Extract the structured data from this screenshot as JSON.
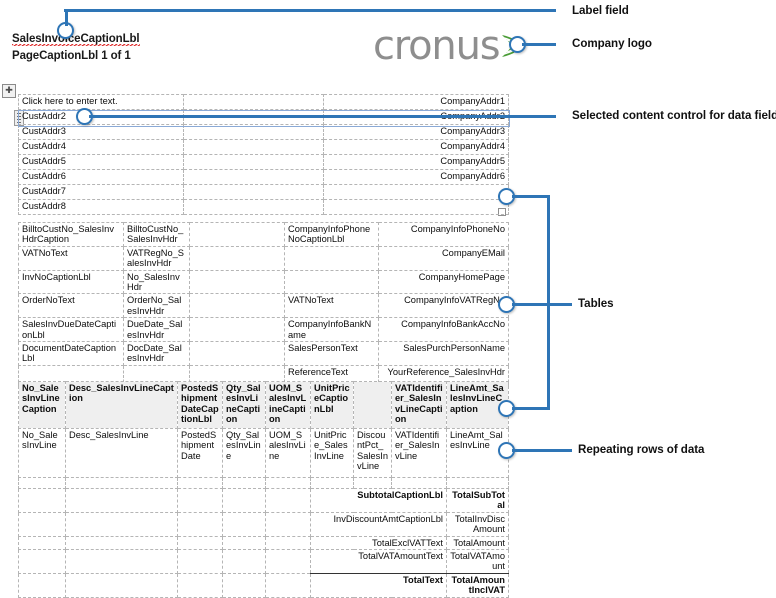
{
  "header": {
    "title_label": "SalesInvoiceCaptionLbl",
    "page_caption": "PageCaptionLbl 1 of 1",
    "logo_text": "cronus",
    "logo_mark": "leaf-swoosh"
  },
  "address_table": {
    "rows": [
      {
        "left": "Click here to enter text.",
        "mid": "",
        "right": "CompanyAddr1",
        "selected": false
      },
      {
        "left": "CustAddr2",
        "mid": "",
        "right": "CompanyAddr2",
        "selected": true
      },
      {
        "left": "CustAddr3",
        "mid": "",
        "right": "CompanyAddr3",
        "selected": false
      },
      {
        "left": "CustAddr4",
        "mid": "",
        "right": "CompanyAddr4",
        "selected": false
      },
      {
        "left": "CustAddr5",
        "mid": "",
        "right": "CompanyAddr5",
        "selected": false
      },
      {
        "left": "CustAddr6",
        "mid": "",
        "right": "CompanyAddr6",
        "selected": false
      },
      {
        "left": "CustAddr7",
        "mid": "",
        "right": "",
        "selected": false
      },
      {
        "left": "CustAddr8",
        "mid": "",
        "right": "",
        "selected": false
      }
    ]
  },
  "info_table": {
    "rows": [
      {
        "c1": "BilltoCustNo_SalesInvHdrCaption",
        "c2": "BilltoCustNo_SalesInvHdr",
        "c3": "",
        "c4": "CompanyInfoPhoneNoCaptionLbl",
        "c5": "CompanyInfoPhoneNo"
      },
      {
        "c1": "VATNoText",
        "c2": "VATRegNo_SalesInvHdr",
        "c3": "",
        "c4": "",
        "c5": "CompanyEMail"
      },
      {
        "c1": "InvNoCaptionLbl",
        "c2": "No_SalesInvHdr",
        "c3": "",
        "c4": "",
        "c5": "CompanyHomePage"
      },
      {
        "c1": "OrderNoText",
        "c2": "OrderNo_SalesInvHdr",
        "c3": "",
        "c4": "VATNoText",
        "c5": "CompanyInfoVATRegNo"
      },
      {
        "c1": "SalesInvDueDateCaptionLbl",
        "c2": "DueDate_SalesInvHdr",
        "c3": "",
        "c4": "CompanyInfoBankName",
        "c5": "CompanyInfoBankAccNo"
      },
      {
        "c1": "DocumentDateCaptionLbl",
        "c2": "DocDate_SalesInvHdr",
        "c3": "",
        "c4": "SalesPersonText",
        "c5": "SalesPurchPersonName"
      },
      {
        "c1": "",
        "c2": "",
        "c3": "",
        "c4": "ReferenceText",
        "c5": "YourReference_SalesInvHdr"
      }
    ]
  },
  "lines_table": {
    "headers": [
      "No_SalesInvLineCaption",
      "Desc_SalesInvLineCaption",
      "PostedShipmentDateCaptionLbl",
      "Qty_SalesInvLineCaption",
      "UOM_SalesInvLineCaption",
      "UnitPriceCaptionLbl",
      "",
      "VATIdentifier_SalesInvLineCaption",
      "LineAmt_SalesInvLineCaption"
    ],
    "data_row": [
      "No_SalesInvLine",
      "Desc_SalesInvLine",
      "PostedShipmentDate",
      "Qty_SalesInvLine",
      "UOM_SalesInvLine",
      "UnitPrice_SalesInvLine",
      "DiscountPct_SalesInvLine",
      "VATIdentifier_SalesInvLine",
      "LineAmt_SalesInvLine"
    ],
    "totals": [
      {
        "label": "SubtotalCaptionLbl",
        "value": "TotalSubTotal",
        "bold": true,
        "rule": false
      },
      {
        "label": "InvDiscountAmtCaptionLbl",
        "value": "TotalInvDiscAmount",
        "bold": false,
        "rule": false
      },
      {
        "label": "TotalExclVATText",
        "value": "TotalAmount",
        "bold": false,
        "rule": false
      },
      {
        "label": "TotalVATAmountText",
        "value": "TotalVATAmount",
        "bold": false,
        "rule": false
      },
      {
        "label": "TotalText",
        "value": "TotalAmountInclVAT",
        "bold": true,
        "rule": true
      }
    ]
  },
  "callouts": [
    {
      "id": "label-field",
      "text": "Label field"
    },
    {
      "id": "company-logo",
      "text": "Company logo"
    },
    {
      "id": "selected-content-control",
      "text": "Selected content control for data field"
    },
    {
      "id": "tables",
      "text": "Tables"
    },
    {
      "id": "repeating-rows",
      "text": "Repeating rows of data"
    }
  ],
  "colors": {
    "callout": "#2e75b6",
    "logo_text": "#8e8e8e",
    "logo_leaf": "#4a9c36",
    "header_fill": "#efefef",
    "grid": "#b5b5b5",
    "spell_error": "#e03030"
  }
}
